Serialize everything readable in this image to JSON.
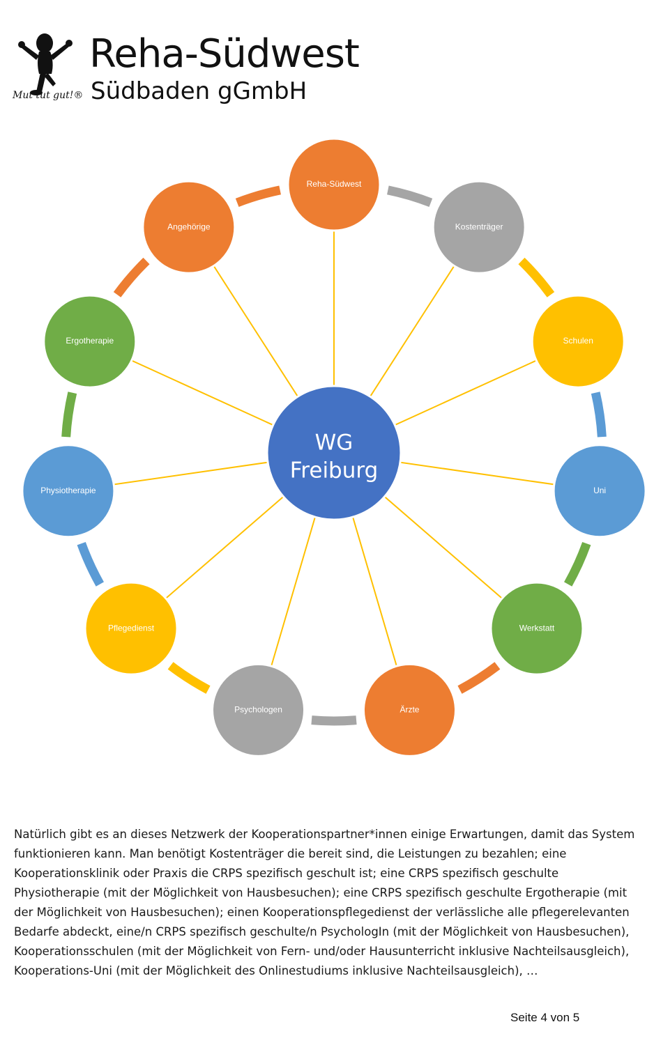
{
  "header": {
    "logo_name": "Reha-Südwest",
    "logo_sub": "Südbaden gGmbH",
    "logo_tagline": "Mut tut gut!®"
  },
  "diagram": {
    "center": {
      "label_line1": "WG",
      "label_line2": "Freiburg",
      "color": "#4472C4"
    },
    "nodes": [
      {
        "label": "Reha-Südwest",
        "color": "#ED7D31"
      },
      {
        "label": "Kostenträger",
        "color": "#A5A5A5"
      },
      {
        "label": "Schulen",
        "color": "#FFC000"
      },
      {
        "label": "Uni",
        "color": "#5B9BD5"
      },
      {
        "label": "Werkstatt",
        "color": "#70AD47"
      },
      {
        "label": "Ärzte",
        "color": "#ED7D31"
      },
      {
        "label": "Psychologen",
        "color": "#A5A5A5"
      },
      {
        "label": "Pflegedienst",
        "color": "#FFC000"
      },
      {
        "label": "Physiotherapie",
        "color": "#5B9BD5"
      },
      {
        "label": "Ergotherapie",
        "color": "#70AD47"
      },
      {
        "label": "Angehörige",
        "color": "#ED7D31"
      }
    ],
    "spoke_color": "#FFC000"
  },
  "text": {
    "paragraph": "Natürlich gibt es an dieses Netzwerk der Kooperationspartner*innen einige Erwartungen, damit das System funktionieren kann. Man benötigt Kostenträger die bereit sind, die Leistungen zu bezahlen; eine Kooperationsklinik oder Praxis die CRPS spezifisch geschult ist; eine CRPS spezifisch geschulte Physiotherapie (mit der Möglichkeit von Hausbesuchen); eine CRPS spezifisch geschulte Ergotherapie (mit der Möglichkeit von Hausbesuchen); einen Kooperationspflegedienst der verlässliche alle pflegerelevanten Bedarfe abdeckt, eine/n CRPS spezifisch geschulte/n PsychologIn (mit der Möglichkeit von Hausbesuchen), Kooperationsschulen (mit der Möglichkeit von Fern- und/oder Hausunterricht inklusive Nachteilsausgleich), Kooperations-Uni (mit der Möglichkeit des Onlinestudiums inklusive Nachteilsausgleich), …"
  },
  "footer": {
    "page_number": "Seite 4 von 5"
  }
}
